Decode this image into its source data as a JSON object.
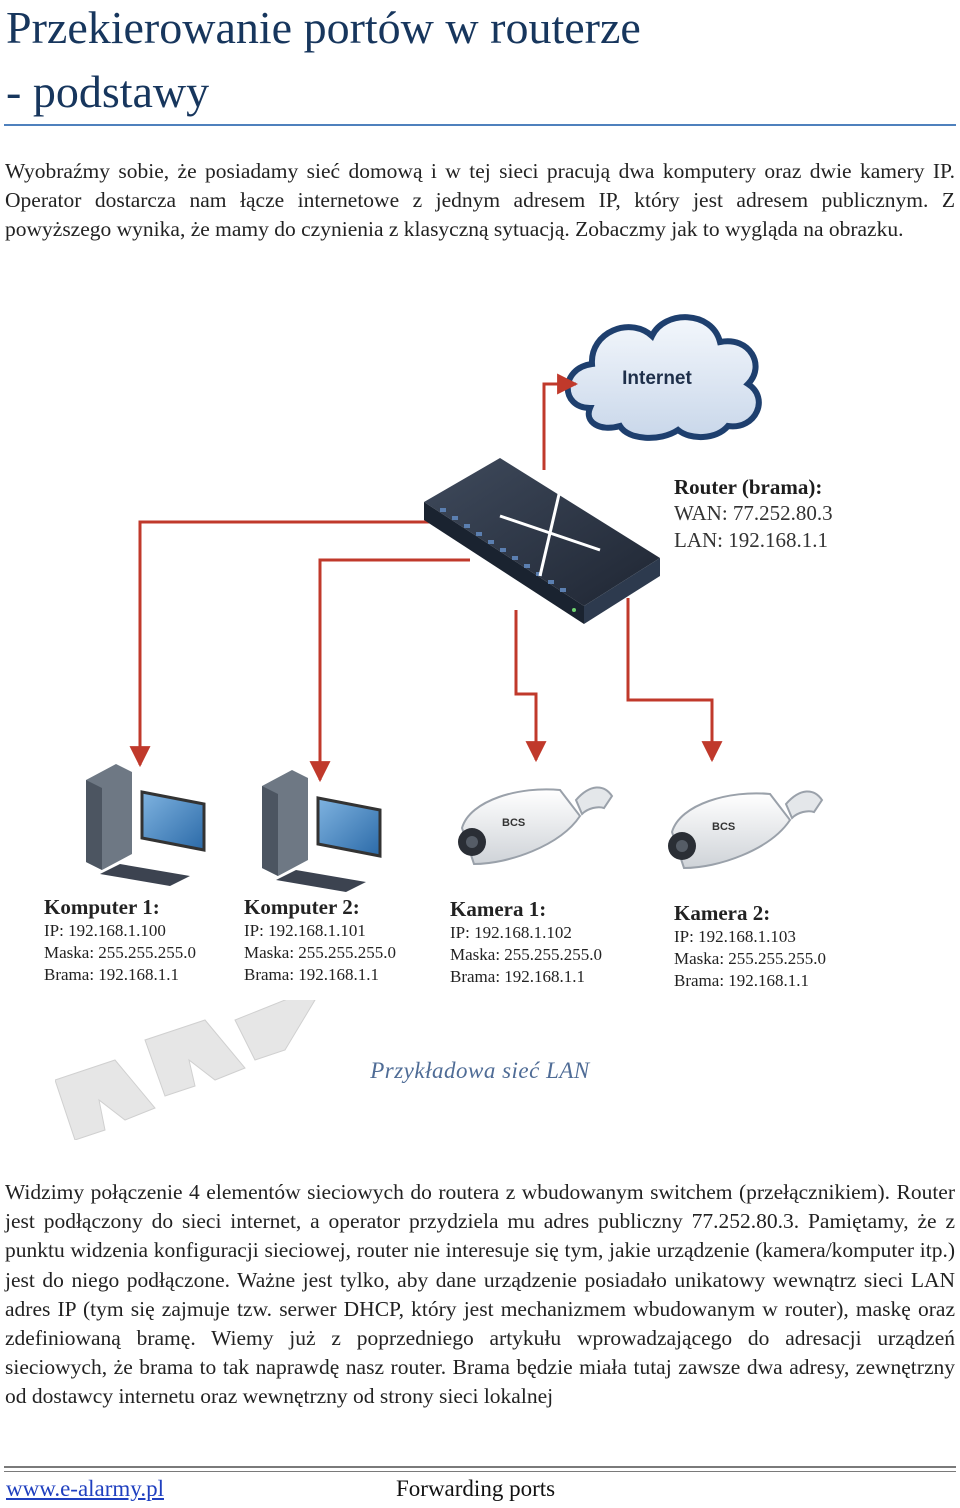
{
  "document": {
    "title_line1": "Przekierowanie portów w routerze",
    "title_line2": "- podstawy",
    "intro": "Wyobraźmy sobie, że posiadamy sieć domową i w tej sieci pracują dwa komputery oraz dwie kamery IP. Operator dostarcza nam łącze internetowe z jednym adresem IP, który jest adresem publicznym. Z powyższego wynika, że mamy do czynienia z klasyczną sytuacją. Zobaczmy jak to wygląda na obrazku.",
    "caption": "Przykładowa sieć LAN",
    "body": "Widzimy połączenie 4 elementów sieciowych do routera z wbudowanym switchem (przełącznikiem). Router jest podłączony do sieci internet, a operator przydziela mu adres publiczny 77.252.80.3. Pamiętamy, że z punktu widzenia konfiguracji sieciowej, router nie interesuje się tym, jakie urządzenie (kamera/komputer itp.) jest do niego podłączone. Ważne jest tylko, aby dane urządzenie posiadało unikatowy wewnątrz sieci LAN adres IP (tym się zajmuje tzw. serwer DHCP, który jest mechanizmem wbudowanym w router), maskę oraz zdefiniowaną bramę. Wiemy już z poprzedniego artykułu wprowadzającego do adresacji urządzeń sieciowych, że brama to tak naprawdę nasz router. Brama będzie miała tutaj zawsze dwa adresy, zewnętrzny od dostawcy internetu oraz wewnętrzny od strony sieci lokalnej"
  },
  "diagram": {
    "cloud_label": "Internet",
    "router": {
      "title": "Router (brama):",
      "wan": "WAN: 77.252.80.3",
      "lan": "LAN: 192.168.1.1"
    },
    "devices": [
      {
        "title": "Komputer 1:",
        "ip": "IP: 192.168.1.100",
        "mask": "Maska: 255.255.255.0",
        "gateway": "Brama: 192.168.1.1"
      },
      {
        "title": "Komputer 2:",
        "ip": "IP: 192.168.1.101",
        "mask": "Maska: 255.255.255.0",
        "gateway": "Brama: 192.168.1.1"
      },
      {
        "title": "Kamera 1:",
        "ip": "IP: 192.168.1.102",
        "mask": "Maska: 255.255.255.0",
        "gateway": "Brama: 192.168.1.1"
      },
      {
        "title": "Kamera 2:",
        "ip": "IP: 192.168.1.103",
        "mask": "Maska: 255.255.255.0",
        "gateway": "Brama: 192.168.1.1"
      }
    ],
    "camera_brand": "BCS",
    "link_color": "#c0392b"
  },
  "footer": {
    "link": "www.e-alarmy.pl",
    "title": "Forwarding ports"
  }
}
